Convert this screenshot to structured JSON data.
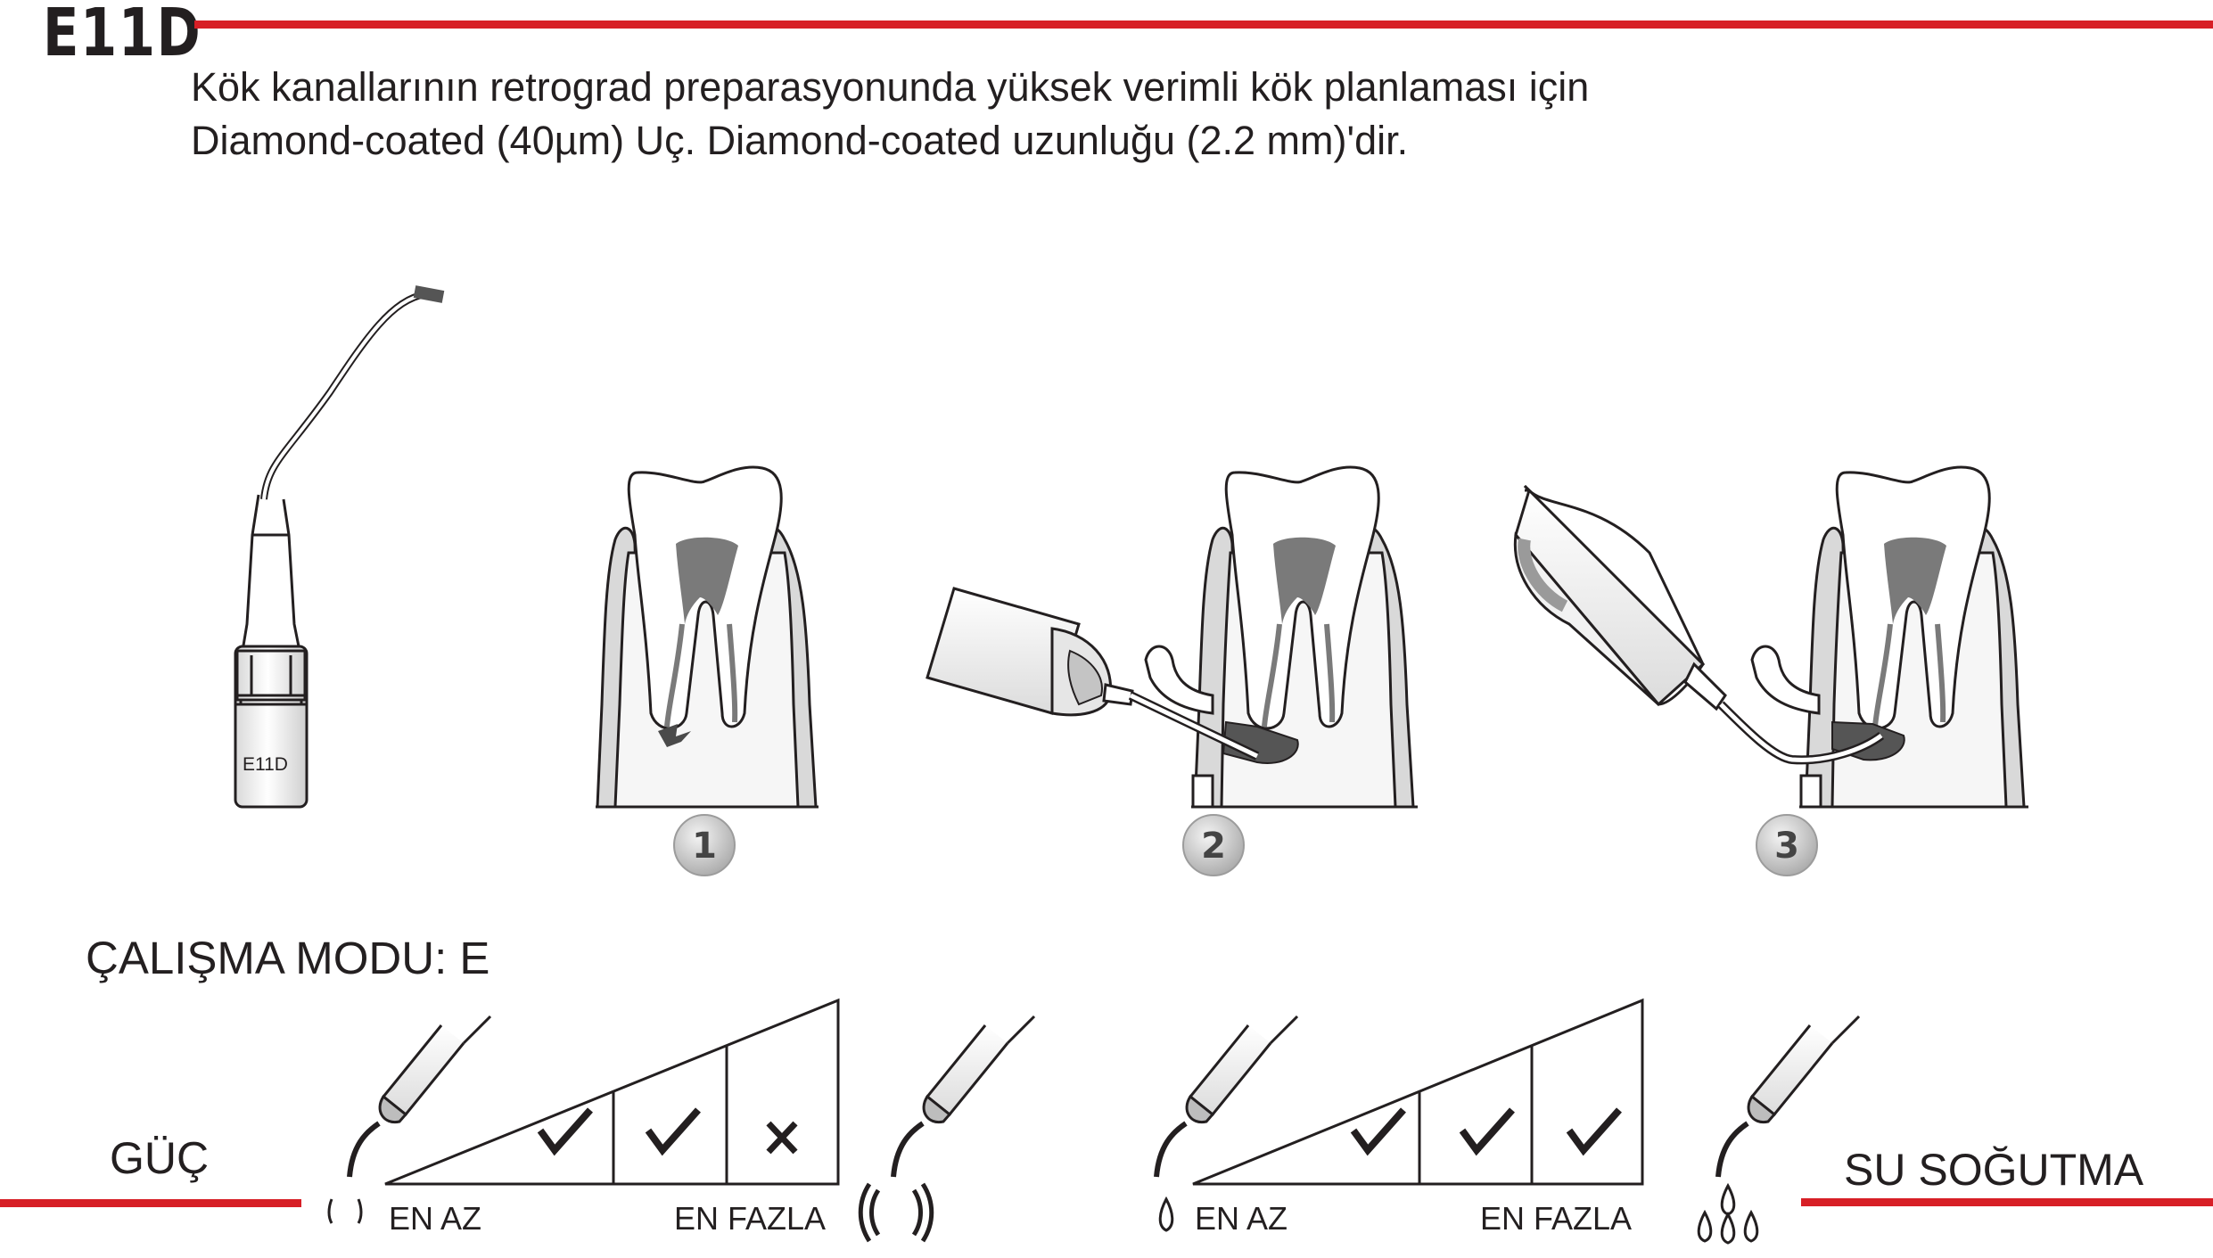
{
  "header": {
    "model_code": "E11D",
    "description_line1": "Kök kanallarının retrograd preparasyonunda yüksek verimli kök planlaması için",
    "description_line2": "Diamond-coated (40µm) Uç. Diamond-coated uzunluğu (2.2 mm)'dir."
  },
  "tip": {
    "label": "E11D"
  },
  "steps": [
    {
      "number": "1"
    },
    {
      "number": "2"
    },
    {
      "number": "3"
    }
  ],
  "mode": {
    "title": "ÇALIŞMA MODU: E"
  },
  "power": {
    "title": "GÜÇ",
    "min_label": "EN AZ",
    "max_label": "EN FAZLA",
    "levels": [
      "check",
      "check",
      "cross"
    ]
  },
  "water": {
    "title": "SU SOĞUTMA",
    "min_label": "EN AZ",
    "max_label": "EN FAZLA",
    "levels": [
      "check",
      "check",
      "check"
    ]
  },
  "colors": {
    "accent": "#d71f26",
    "text": "#231f20",
    "badge": "#c8c8c8"
  }
}
